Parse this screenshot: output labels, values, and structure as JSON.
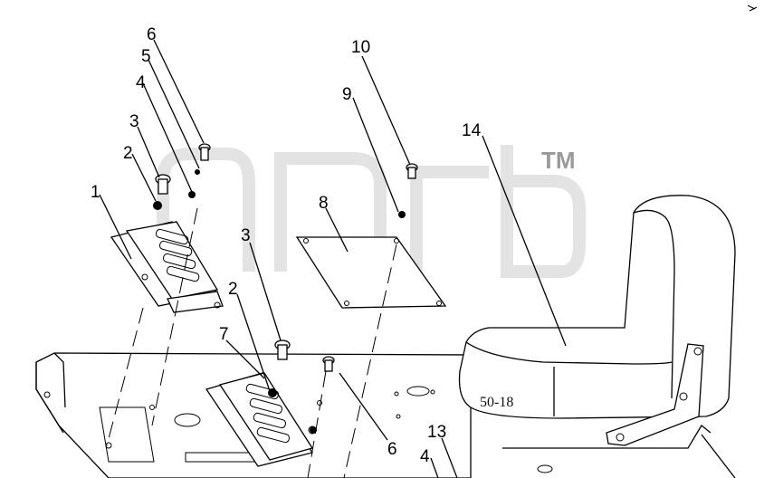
{
  "diagram": {
    "watermark": "TM",
    "figure_code": "50-18",
    "callouts": [
      "6",
      "5",
      "4",
      "3",
      "2",
      "1",
      "10",
      "9",
      "8",
      "3",
      "2",
      "7",
      "14",
      "6",
      "13",
      "4"
    ]
  }
}
